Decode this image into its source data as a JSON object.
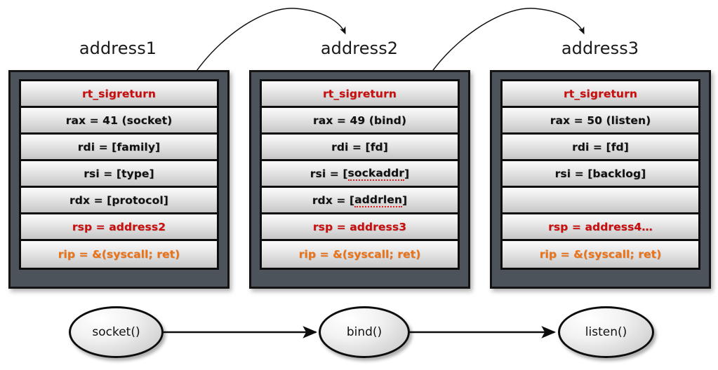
{
  "diagram": {
    "title": "SROP chained rt_sigreturn frames for socket/bind/listen",
    "colors": {
      "frame_fill": "#4c535b",
      "frame_border": "#141414",
      "row_light": "#fafafa",
      "row_dark": "#c6c6c6",
      "red": "#cc0d0d",
      "orange": "#ee7214",
      "spellcheck": "#e02020",
      "text": "#111111",
      "background": "#ffffff"
    }
  },
  "columns": [
    {
      "title": "address1",
      "rows": [
        {
          "text": "rt_sigreturn",
          "style": "red"
        },
        {
          "text": "rax = 41 (socket)",
          "style": "plain"
        },
        {
          "text": "rdi = [family]",
          "style": "plain"
        },
        {
          "text": "rsi = [type]",
          "style": "plain"
        },
        {
          "text": "rdx = [protocol]",
          "style": "plain"
        },
        {
          "text": "rsp = address2",
          "style": "red"
        },
        {
          "text": "rip = &(syscall; ret)",
          "style": "orange"
        }
      ]
    },
    {
      "title": "address2",
      "rows": [
        {
          "text": "rt_sigreturn",
          "style": "red"
        },
        {
          "text": "rax = 49 (bind)",
          "style": "plain"
        },
        {
          "text": "rdi = [fd]",
          "style": "plain"
        },
        {
          "text": "rsi = [sockaddr]",
          "style": "plain",
          "spellcheck": "sockaddr"
        },
        {
          "text": "rdx = [addrlen]",
          "style": "plain",
          "spellcheck": "addrlen"
        },
        {
          "text": "rsp = address3",
          "style": "red"
        },
        {
          "text": "rip = &(syscall; ret)",
          "style": "orange"
        }
      ]
    },
    {
      "title": "address3",
      "rows": [
        {
          "text": "rt_sigreturn",
          "style": "red"
        },
        {
          "text": "rax = 50 (listen)",
          "style": "plain"
        },
        {
          "text": "rdi = [fd]",
          "style": "plain"
        },
        {
          "text": "rsi = [backlog]",
          "style": "plain"
        },
        {
          "text": "",
          "style": "empty"
        },
        {
          "text": "rsp = address4…",
          "style": "red"
        },
        {
          "text": "rip = &(syscall; ret)",
          "style": "orange"
        }
      ]
    }
  ],
  "flow": {
    "nodes": [
      {
        "label": "socket()"
      },
      {
        "label": "bind()"
      },
      {
        "label": "listen()"
      }
    ],
    "arrows": [
      {
        "from": "socket()",
        "to": "bind()"
      },
      {
        "from": "bind()",
        "to": "listen()"
      }
    ]
  },
  "chain_arrows": [
    {
      "from": "address1.rsp",
      "to": "address2"
    },
    {
      "from": "address2.rsp",
      "to": "address3"
    }
  ]
}
